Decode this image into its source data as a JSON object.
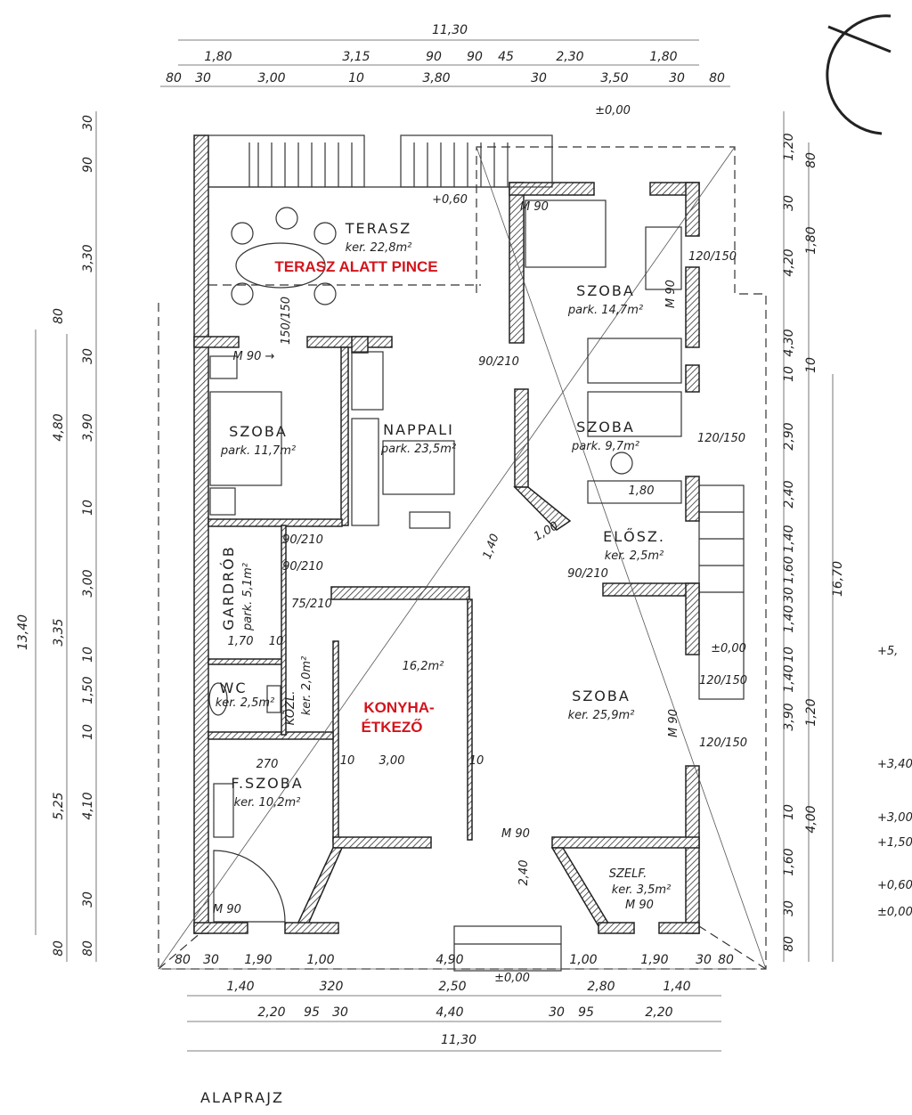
{
  "title": "ALAPRAJZ",
  "dimensions": {
    "top_row1": [
      "11,30"
    ],
    "top_row2": [
      "1,80",
      "3,15",
      "90",
      "90",
      "45",
      "2,30",
      "1,80"
    ],
    "top_row3": [
      "80",
      "30",
      "3,00",
      "10",
      "3,80",
      "30",
      "3,50",
      "30",
      "80"
    ],
    "bottom_row1": [
      "80",
      "30",
      "1,90",
      "1,00",
      "4,90",
      "1,00",
      "1,90",
      "30",
      "80"
    ],
    "bottom_row2": [
      "1,40",
      "320",
      "2,50",
      "2,80",
      "1,40"
    ],
    "bottom_row3": [
      "2,20",
      "95",
      "30",
      "4,40",
      "30",
      "95",
      "2,20"
    ],
    "bottom_row4": [
      "11,30"
    ],
    "left_total": "13,40",
    "left_col1": [
      "80",
      "4,80",
      "3,35",
      "5,25",
      "80"
    ],
    "left_col2": [
      "30",
      "90",
      "3,30",
      "30",
      "3,90",
      "10",
      "3,00",
      "10",
      "1,50",
      "10",
      "4,10",
      "30",
      "80"
    ],
    "right_col1": [
      "1,20",
      "30",
      "4,20",
      "4,30",
      "10",
      "2,90",
      "2,40",
      "1,40",
      "1,60",
      "30",
      "1,40",
      "10",
      "1,40",
      "3,90",
      "10",
      "1,60",
      "30",
      "80"
    ],
    "right_col2": [
      "80",
      "1,80",
      "10",
      "1,20",
      "4,00"
    ],
    "right_total": "16,70"
  },
  "levels": {
    "top_entry": "±0,00",
    "terrace": "+0,60",
    "side_entry": "±0,00",
    "front_entry": "±0,00"
  },
  "section_levels": [
    "+5,",
    "+3,40",
    "+3,00",
    "+1,50",
    "+0,60",
    "±0,00"
  ],
  "rooms": {
    "terrace": {
      "name": "TERASZ",
      "area": "ker. 22,8m²",
      "note": "TERASZ ALATT PINCE"
    },
    "bedroom_ne": {
      "name": "SZOBA",
      "area": "park. 14,7m²"
    },
    "bedroom_w": {
      "name": "SZOBA",
      "area": "park. 11,7m²"
    },
    "living": {
      "name": "NAPPALI",
      "area": "park. 23,5m²"
    },
    "bedroom_e": {
      "name": "SZOBA",
      "area": "park. 9,7m²"
    },
    "hall": {
      "name": "ELŐSZ.",
      "area": "ker. 2,5m²"
    },
    "wardrobe": {
      "name": "GARDRÓB",
      "area": "park. 5,1m²"
    },
    "wc": {
      "name": "WC",
      "area": "ker. 2,5m²"
    },
    "corridor": {
      "name": "KÖZL.",
      "area": "ker. 2,0m²"
    },
    "kitchen": {
      "area": "16,2m²",
      "note1": "KONYHA-",
      "note2": "ÉTKEZŐ"
    },
    "bedroom_big": {
      "name": "SZOBA",
      "area": "ker. 25,9m²"
    },
    "bathroom": {
      "name": "F.SZOBA",
      "area": "ker. 10,2m²"
    },
    "pantry": {
      "name": "SZELF.",
      "area": "ker. 3,5m²"
    }
  },
  "openings": [
    "M 90 →",
    "M 90",
    "M 90",
    "M 90",
    "M 90",
    "M 90",
    "M 90",
    "90/210",
    "90/210",
    "90/210",
    "90/210",
    "120/150",
    "120/150",
    "120/150",
    "120/150",
    "150/150",
    "75/210",
    "1,70",
    "10",
    "270",
    "10",
    "3,00",
    "10",
    "1,80",
    "1,40",
    "1,00",
    "2,40"
  ]
}
